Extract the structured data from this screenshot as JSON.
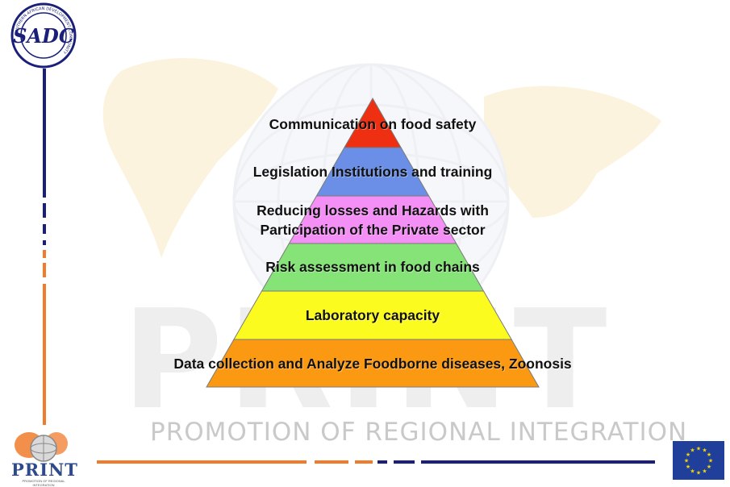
{
  "watermark": {
    "text": "PROMOTION OF REGIONAL INTEGRATION",
    "logo_letters": "PRINT"
  },
  "sadc_logo": {
    "text": "SADC",
    "ring_text": "SOUTHERN AFRICAN DEVELOPMENT COMMUNITY"
  },
  "print_logo": {
    "text": "PRINT",
    "subtext": "PROMOTION OF REGIONAL INTEGRATION"
  },
  "eu_flag": {
    "icon": "eu-flag-icon",
    "background": "#1f3f9a",
    "star_color": "#f5d800"
  },
  "colors": {
    "navy": "#1a1f7a",
    "orange": "#f07b2c",
    "tier_red": "#ee2f12",
    "tier_blue": "#6b8fe6",
    "tier_pink": "#f48ff6",
    "tier_green": "#86e377",
    "tier_yellow": "#fcfb20",
    "tier_orange": "#fb9a12"
  },
  "pyramid": {
    "tiers": [
      {
        "label": "Communication on food safety",
        "color": "#ee2f12"
      },
      {
        "label": "Legislation Institutions and training",
        "color": "#6b8fe6"
      },
      {
        "label": "Reducing losses and Hazards with\nParticipation of the Private sector",
        "label_line1": "Reducing losses and Hazards with",
        "label_line2": "Participation of the Private sector",
        "color": "#f48ff6"
      },
      {
        "label": "Risk assessment in food chains",
        "color": "#86e377"
      },
      {
        "label": "Laboratory capacity",
        "color": "#fcfb20"
      },
      {
        "label": "Data collection and Analyze Foodborne diseases, Zoonosis",
        "color": "#fb9a12"
      }
    ]
  }
}
